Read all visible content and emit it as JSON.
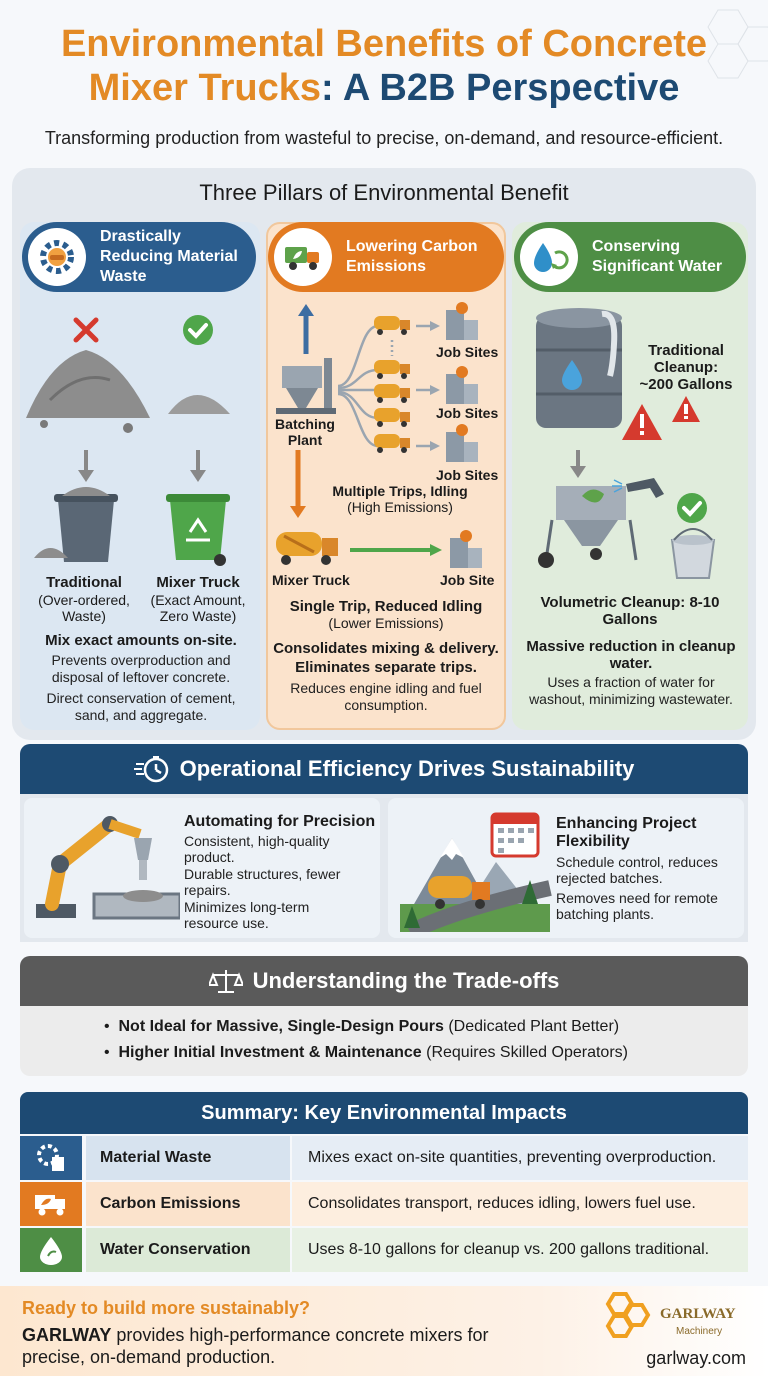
{
  "title": {
    "line1": "Environmental Benefits of Concrete",
    "line2_orange": "Mixer Trucks",
    "line2_sep": ": ",
    "line2_navy": "A B2B Perspective"
  },
  "subtitle": "Transforming production from wasteful to precise, on-demand, and resource-efficient.",
  "pillars": {
    "heading": "Three Pillars of Environmental Benefit",
    "waste": {
      "label": "Drastically Reducing Material Waste",
      "traditional_title": "Traditional",
      "traditional_sub": "(Over-ordered, Waste)",
      "mixer_title": "Mixer Truck",
      "mixer_sub": "(Exact Amount, Zero Waste)",
      "headline": "Mix exact amounts on-site.",
      "line1": "Prevents overproduction and disposal of leftover concrete.",
      "line2": "Direct conservation of cement, sand, and aggregate."
    },
    "carbon": {
      "label": "Lowering Carbon Emissions",
      "batching_plant": "Batching Plant",
      "job_sites": "Job Sites",
      "multi_trips": "Multiple Trips, Idling",
      "multi_sub": "(High Emissions)",
      "mixer_truck": "Mixer Truck",
      "job_site": "Job Site",
      "single_trip": "Single Trip, Reduced Idling",
      "single_sub": "(Lower Emissions)",
      "headline1": "Consolidates mixing & delivery.",
      "headline2": "Eliminates separate trips.",
      "line1": "Reduces engine idling and fuel consumption."
    },
    "water": {
      "label": "Conserving Significant Water",
      "traditional": "Traditional Cleanup: ~200 Gallons",
      "volumetric": "Volumetric Cleanup: 8-10 Gallons",
      "headline": "Massive reduction in cleanup water.",
      "line1": "Uses a fraction of water for washout, minimizing wastewater."
    }
  },
  "operational": {
    "heading": "Operational Efficiency Drives Sustainability",
    "left": {
      "title": "Automating for Precision",
      "l1": "Consistent, high-quality product.",
      "l2": "Durable structures, fewer repairs.",
      "l3": "Minimizes long-term resource use."
    },
    "right": {
      "title": "Enhancing Project Flexibility",
      "l1": "Schedule control, reduces rejected batches.",
      "l2": "Removes need for remote batching plants."
    }
  },
  "tradeoffs": {
    "heading": "Understanding the Trade-offs",
    "items": [
      {
        "bold": "Not Ideal for Massive, Single-Design Pours",
        "rest": " (Dedicated Plant Better)"
      },
      {
        "bold": "Higher Initial Investment & Maintenance",
        "rest": " (Requires Skilled Operators)"
      }
    ]
  },
  "summary": {
    "heading": "Summary: Key Environmental Impacts",
    "rows": [
      {
        "name": "Material Waste",
        "desc": "Mixes exact on-site quantities, preventing overproduction."
      },
      {
        "name": "Carbon Emissions",
        "desc": "Consolidates transport, reduces idling, lowers fuel use."
      },
      {
        "name": "Water Conservation",
        "desc": "Uses 8-10 gallons for cleanup vs. 200 gallons traditional."
      }
    ]
  },
  "footer": {
    "question": "Ready to build more sustainably?",
    "brand": "GARLWAY",
    "text": " provides high-performance concrete mixers for precise, on-demand production.",
    "site": "garlway.com",
    "logo_name": "GARLWAY",
    "logo_sub": "Machinery"
  },
  "colors": {
    "navy": "#1d4a73",
    "orange": "#e27a21",
    "green": "#4e8e45",
    "blue": "#2b5d8e"
  }
}
